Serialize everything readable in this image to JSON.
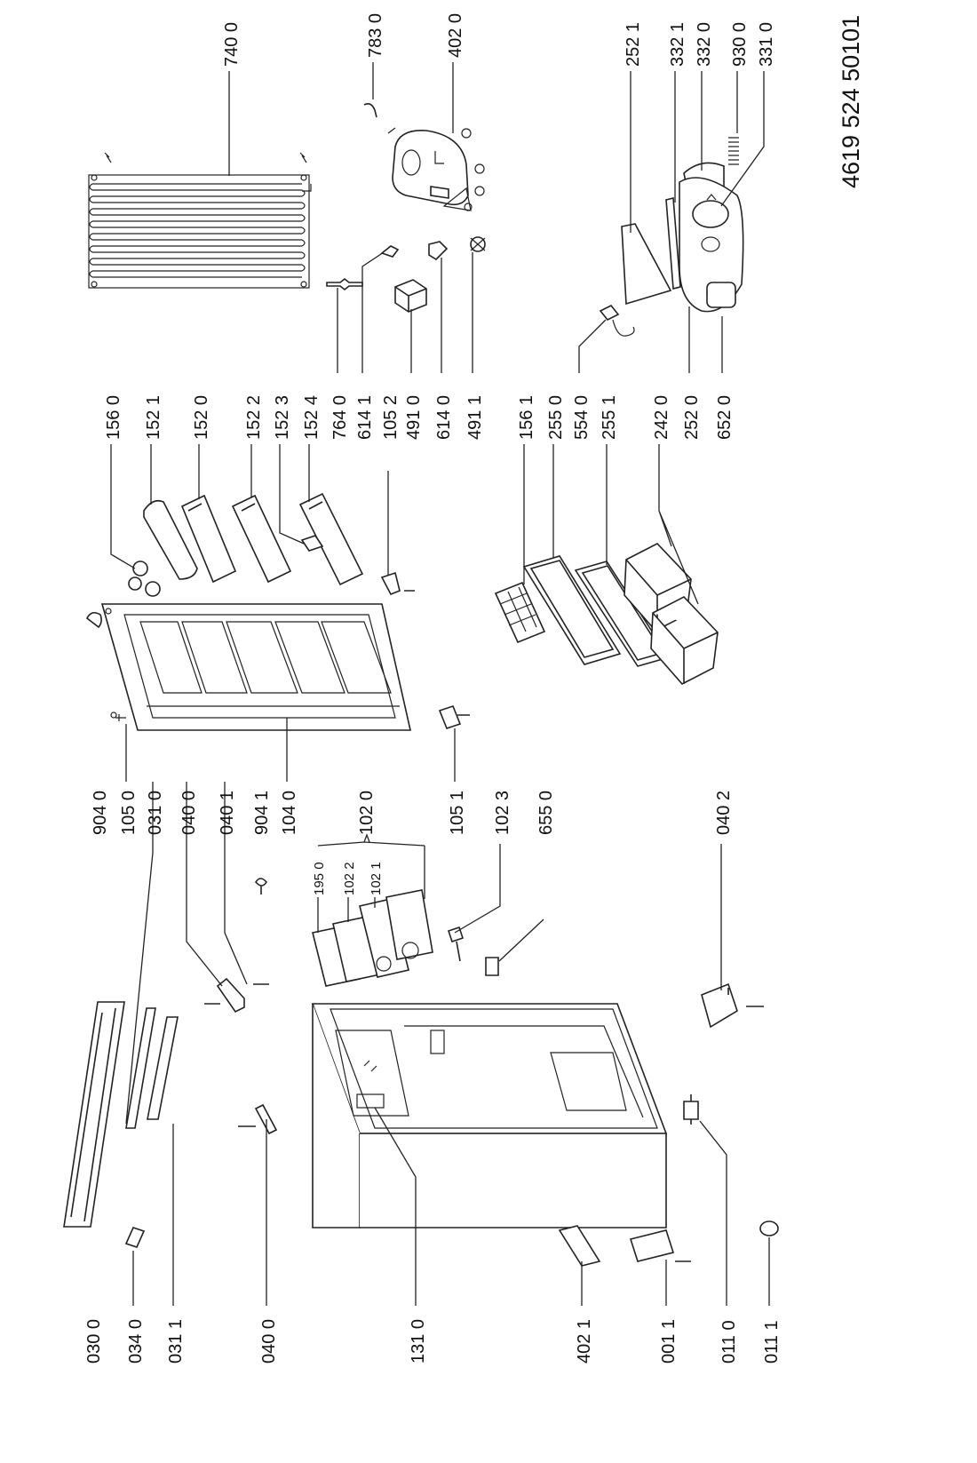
{
  "reference": "4619 524 50101",
  "labels": {
    "l7400": "740 0",
    "l7830": "783 0",
    "l4020": "402 0",
    "l2521": "252 1",
    "l3321": "332 1",
    "l3320": "332 0",
    "l9300": "930 0",
    "l3310": "331 0",
    "l1560": "156 0",
    "l1521": "152 1",
    "l1520": "152 0",
    "l1522": "152 2",
    "l1523": "152 3",
    "l1524": "152 4",
    "l7640": "764 0",
    "l6141": "614 1",
    "l1052": "105 2",
    "l4910": "491 0",
    "l6140": "614 0",
    "l4911": "491 1",
    "l1561": "156 1",
    "l2550": "255 0",
    "l5540": "554 0",
    "l2551": "255 1",
    "l2420": "242 0",
    "l2520": "252 0",
    "l6520": "652 0",
    "l9040": "904 0",
    "l1050": "105 0",
    "l0310": "031 0",
    "l0400a": "040 0",
    "l0401": "040 1",
    "l9041": "904 1",
    "l1040": "104 0",
    "l1020": "102 0",
    "l1051": "105 1",
    "l1023": "102 3",
    "l6550": "655 0",
    "l0402": "040 2",
    "l1950": "195 0",
    "l1022": "102 2",
    "l1021": "102 1",
    "l0300": "030 0",
    "l0340": "034 0",
    "l0311": "031 1",
    "l0400b": "040 0",
    "l1310": "131 0",
    "l4021": "402 1",
    "l0011": "001 1",
    "l0110": "011 0",
    "l0111": "011 1"
  }
}
